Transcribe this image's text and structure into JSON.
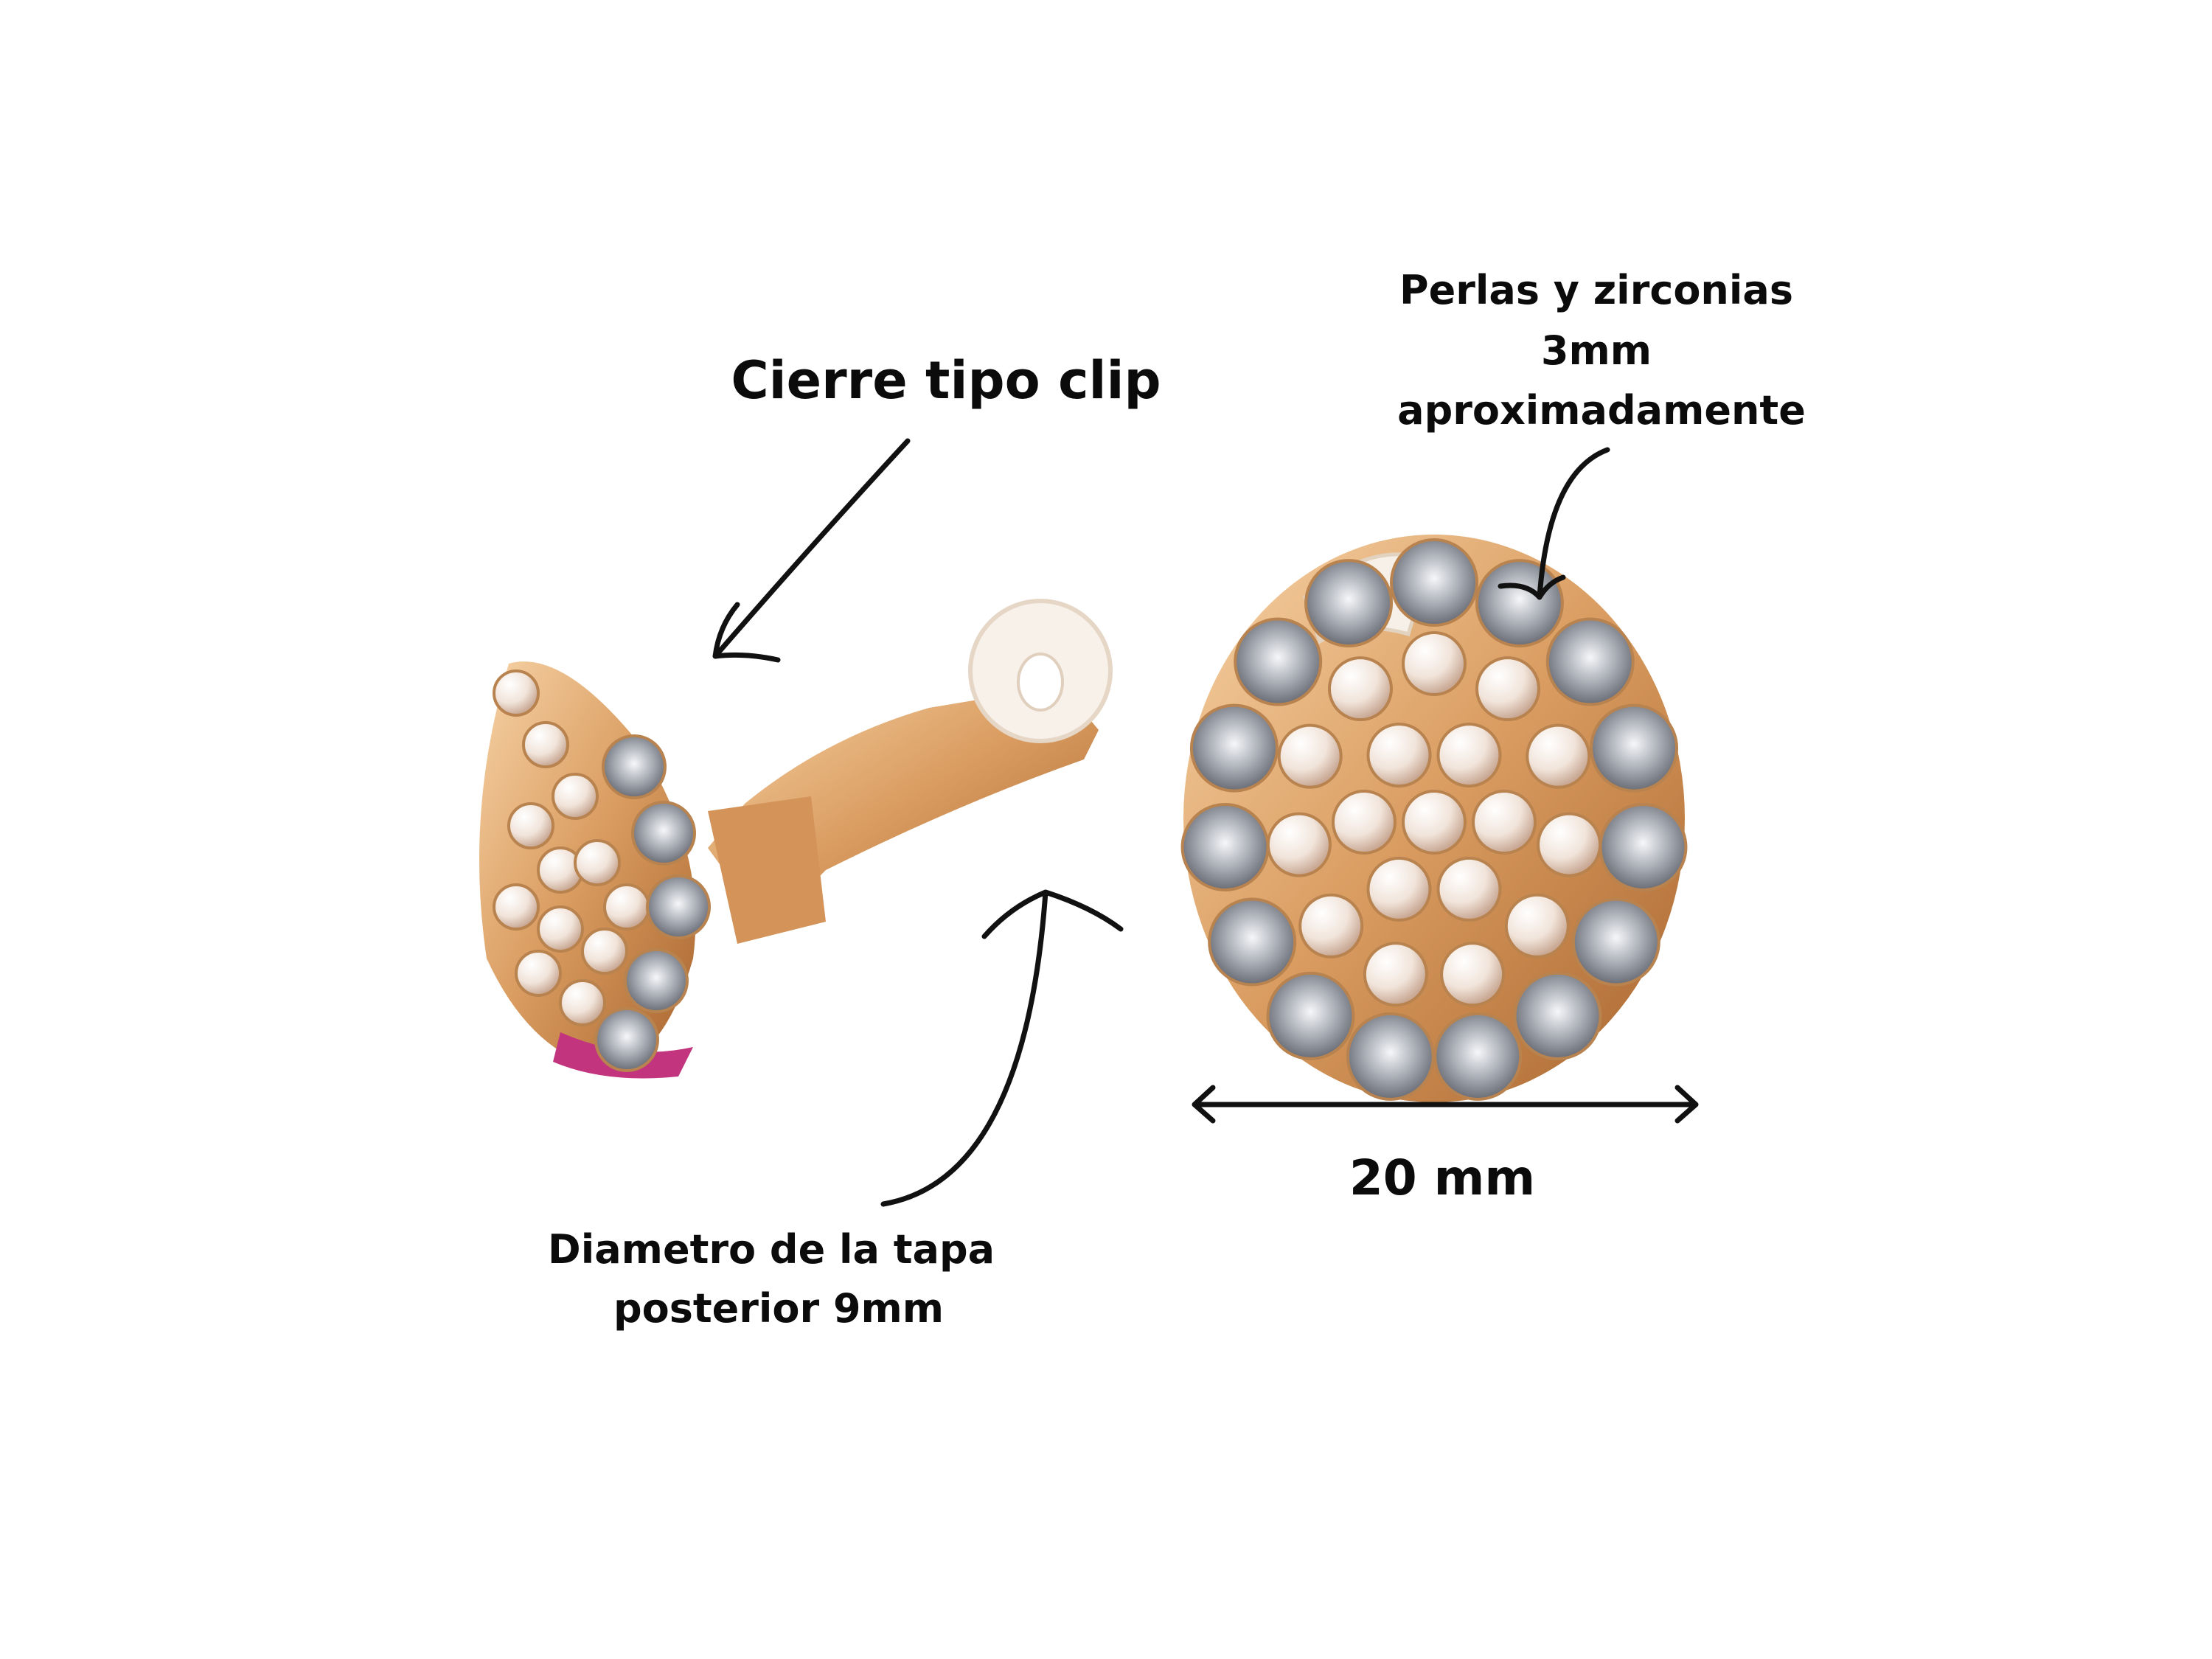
{
  "annotations": {
    "clasp": "Cierre tipo clip",
    "stones_line1": "Perlas y zirconias",
    "stones_line2": "3mm",
    "stones_line3": "aproximadamente",
    "width": "20 mm",
    "back_line1": "Diametro de la tapa",
    "back_line2": "posterior 9mm"
  },
  "colors": {
    "gold": "#d9a36b",
    "pearl": "#f3e8df",
    "crystal": "#c9ccd2",
    "text": "#0b0b0b"
  }
}
